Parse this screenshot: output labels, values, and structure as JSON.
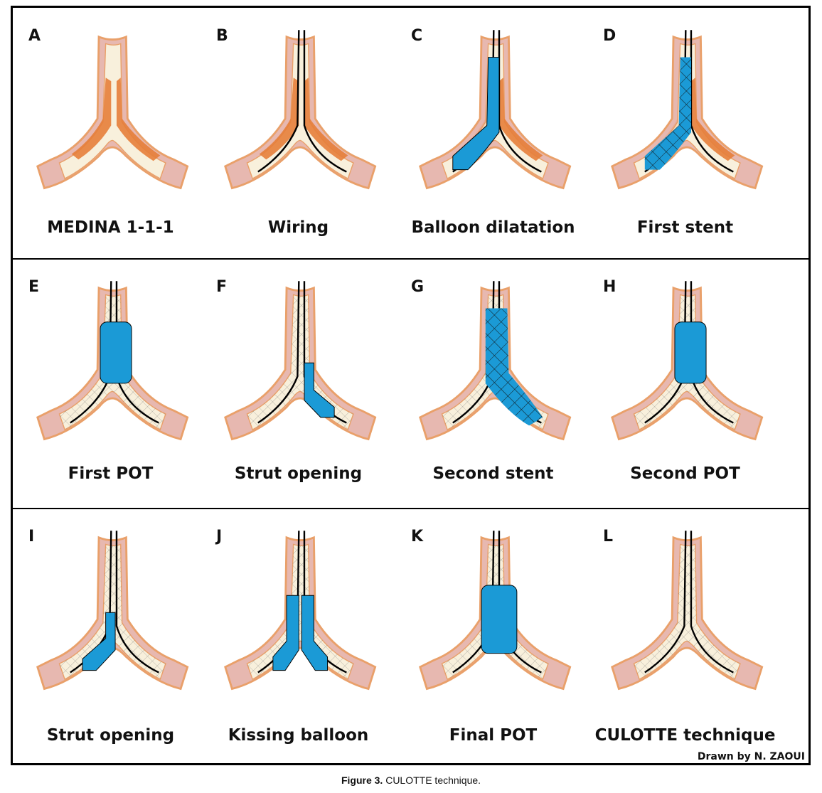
{
  "figure": {
    "caption_label": "Figure 3.",
    "caption_text": "CULOTTE technique.",
    "credit": "Drawn by N. ZAOUI",
    "colors": {
      "balloon": "#1b9ad6",
      "vessel_wall": "#e9a06a",
      "plaque": "#e67e3a",
      "lumen": "#f8f0dc",
      "vessel_outer": "#e7b8b0"
    }
  },
  "panels": [
    {
      "letter": "A",
      "label": "MEDINA 1-1-1",
      "state": "plaque"
    },
    {
      "letter": "B",
      "label": "Wiring",
      "state": "wires"
    },
    {
      "letter": "C",
      "label": "Balloon dilatation",
      "state": "balloon-left"
    },
    {
      "letter": "D",
      "label": "First stent",
      "state": "stent-left"
    },
    {
      "letter": "E",
      "label": "First POT",
      "state": "pot"
    },
    {
      "letter": "F",
      "label": "Strut opening",
      "state": "balloon-right-small"
    },
    {
      "letter": "G",
      "label": "Second stent",
      "state": "stent-right"
    },
    {
      "letter": "H",
      "label": "Second POT",
      "state": "pot"
    },
    {
      "letter": "I",
      "label": "Strut opening",
      "state": "balloon-left-small"
    },
    {
      "letter": "J",
      "label": "Kissing balloon",
      "state": "kissing"
    },
    {
      "letter": "K",
      "label": "Final POT",
      "state": "final-pot"
    },
    {
      "letter": "L",
      "label": "CULOTTE technique",
      "state": "final"
    }
  ]
}
